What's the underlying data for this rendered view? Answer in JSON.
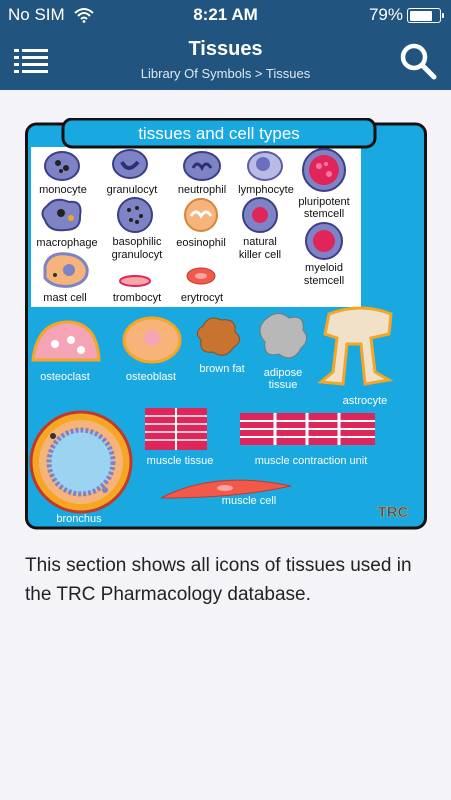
{
  "status": {
    "carrier": "No SIM",
    "time": "8:21 AM",
    "battery_pct": "79%",
    "battery_level": 0.79
  },
  "nav": {
    "title": "Tissues",
    "breadcrumb": "Library Of Symbols > Tissues",
    "menu_icon": "list-icon",
    "search_icon": "search-icon"
  },
  "figure": {
    "title": "tissues and cell types",
    "labels": {
      "monocyte": "monocyte",
      "granulocyt": "granulocyt",
      "neutrophil": "neutrophil",
      "lymphocyte": "lymphocyte",
      "pluri1": "pluripotent",
      "pluri2": "stemcell",
      "macrophage": "macrophage",
      "baso1": "basophilic",
      "baso2": "granulocyt",
      "eosinophil": "eosinophil",
      "nk1": "natural",
      "nk2": "killer cell",
      "mye1": "myeloid",
      "mye2": "stemcell",
      "mastcell": "mast cell",
      "trombocyt": "trombocyt",
      "erytrocyt": "erytrocyt",
      "osteoclast": "osteoclast",
      "osteoblast": "osteoblast",
      "brownfat": "brown fat",
      "adipose1": "adipose",
      "adipose2": "tissue",
      "astrocyte": "astrocyte",
      "muscletissue": "muscle tissue",
      "musclecontraction": "muscle contraction unit",
      "musclecell": "muscle cell",
      "bronchus": "bronchus",
      "logo": "TRC"
    }
  },
  "description": "This section shows all icons of tissues used in the TRC Pharmacology database.",
  "colors": {
    "nav": "#21557f",
    "figure_bg": "#19a9e0",
    "panel_bg": "#ffffff"
  }
}
